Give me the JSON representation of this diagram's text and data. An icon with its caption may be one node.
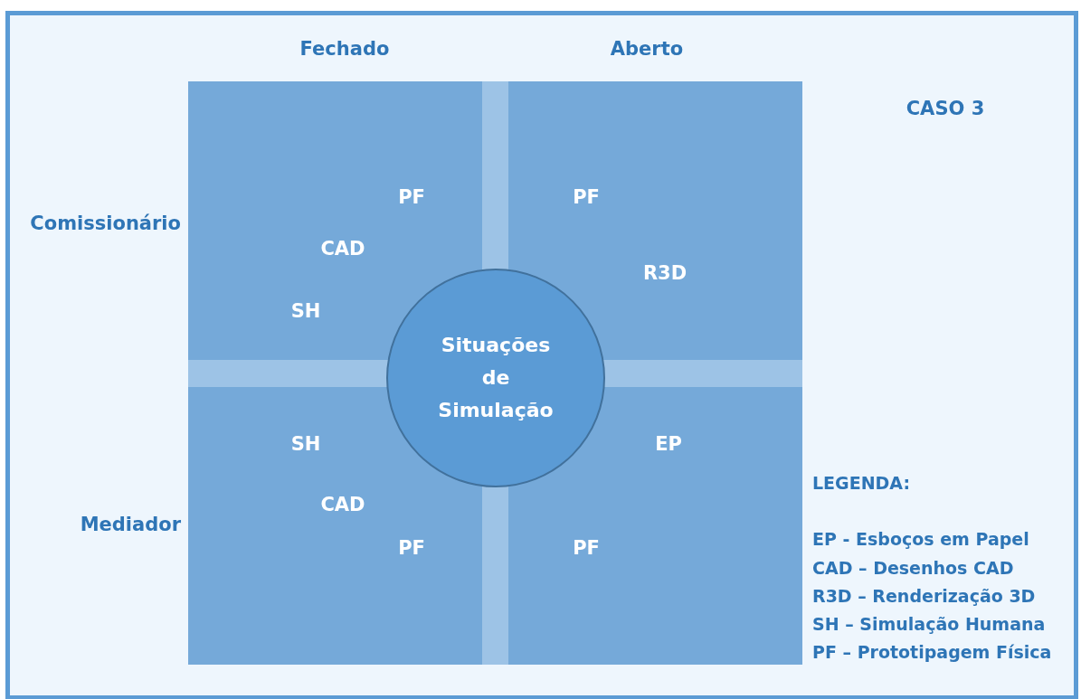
{
  "diagram": {
    "nodes": [
      {
        "text": [
          "PF",
          "CAD",
          "SH"
        ]
      },
      {
        "text": [
          "PF",
          "R3D"
        ]
      },
      {
        "text": [
          "SH",
          "CAD",
          "PF"
        ]
      },
      {
        "text": [
          "EP",
          "PF"
        ]
      },
      {
        "text": [
          "Situações de Simulação"
        ]
      }
    ],
    "labels": [
      "Fechado",
      "Aberto",
      "CASO 3",
      "Comissionário",
      "Mediador",
      "LEGENDA:",
      "EP - Esboços em Papel",
      "CAD – Desenhos CAD",
      "R3D – Renderização 3D",
      "SH – Simulação Humana",
      "PF – Prototipagem Física"
    ]
  }
}
